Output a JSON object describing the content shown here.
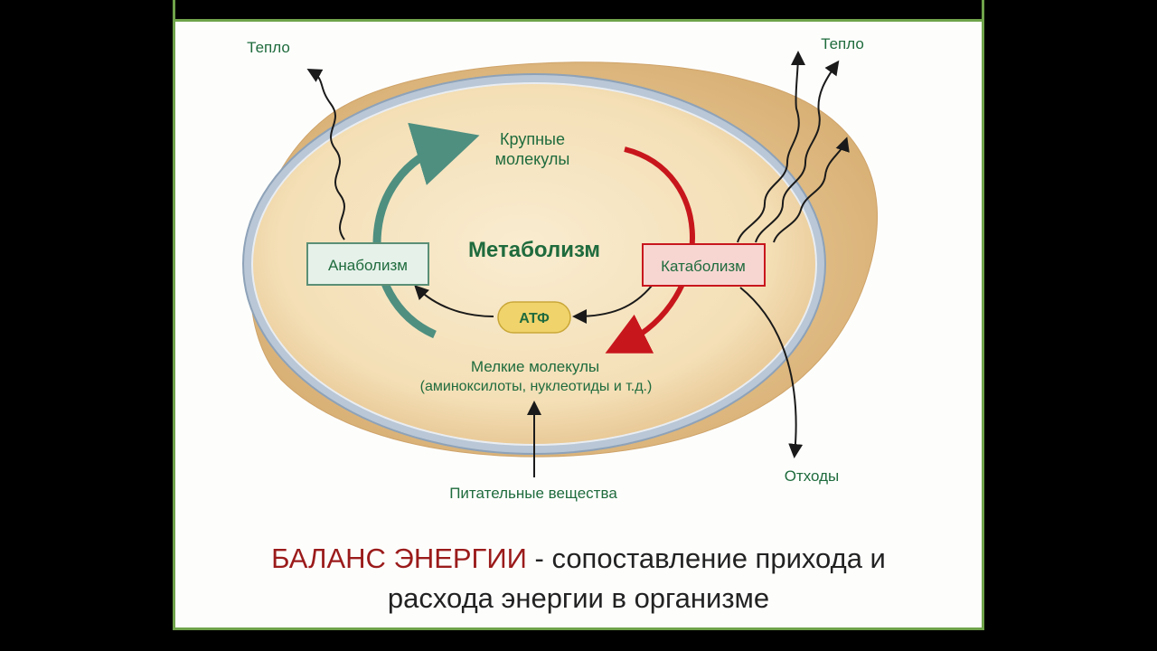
{
  "diagram": {
    "center_title": "Метаболизм",
    "large_molecules": [
      "Крупные",
      "молекулы"
    ],
    "anabolism": "Анаболизм",
    "catabolism": "Катаболизм",
    "atp": "АТФ",
    "small_molecules": [
      "Мелкие молекулы",
      "(аминоксилоты, нуклеотиды и т.д.)"
    ],
    "heat_left": "Тепло",
    "heat_right": "Тепло",
    "nutrients": "Питательные вещества",
    "waste": "Отходы"
  },
  "caption": {
    "highlight": "БАЛАНС ЭНЕРГИИ",
    "rest_line1": " - сопоставление прихода и",
    "line2": "расхода энергии в организме"
  },
  "colors": {
    "cell_fill": "#f6e2bd",
    "cell_edge": "#d9b77e",
    "membrane": "#b7c6d4",
    "label_green": "#1f6b3d",
    "teal_arrow": "#4e8f80",
    "red_arrow": "#c8161d",
    "atp_fill": "#f0d36a",
    "accent_red": "#9b1b1b",
    "frame_green": "#6fa34a"
  }
}
